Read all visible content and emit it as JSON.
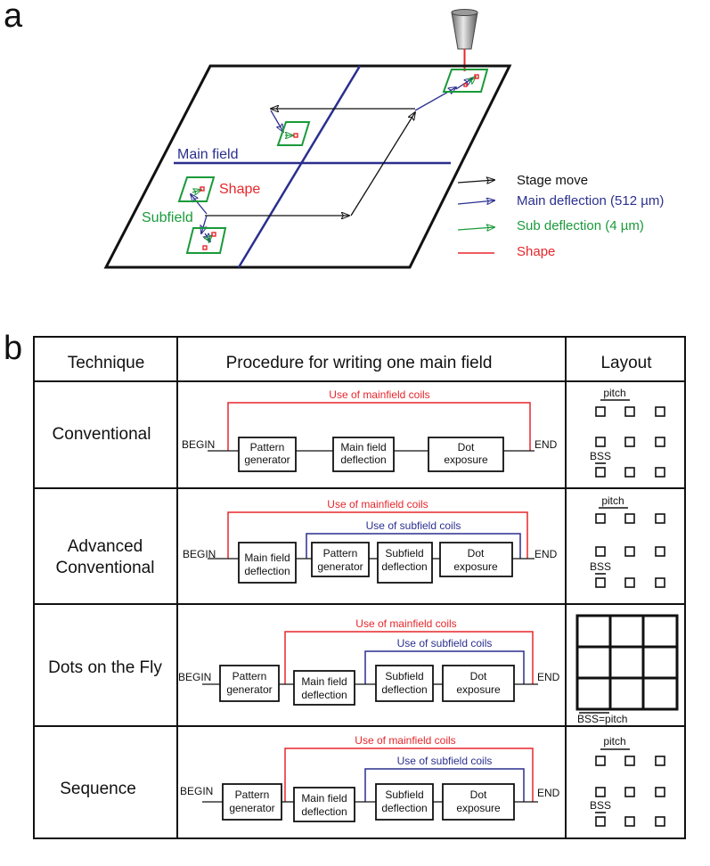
{
  "panel_a": {
    "letter": "a",
    "labels": {
      "main_field": "Main field",
      "shape": "Shape",
      "subfield": "Subfield"
    },
    "legend": [
      {
        "text": "Stage move",
        "color": "#111111"
      },
      {
        "text": "Main deflection  (512 µm)",
        "color": "#2b2f8f"
      },
      {
        "text": "Sub deflection (4 µm)",
        "color": "#1a9a3a"
      },
      {
        "text": "Shape",
        "color": "#e8262b"
      }
    ]
  },
  "panel_b": {
    "letter": "b",
    "headers": [
      "Technique",
      "Procedure for writing one main field",
      "Layout"
    ],
    "begin": "BEGIN",
    "end": "END",
    "coil_main": "Use of mainfield coils",
    "coil_sub": "Use of subfield coils",
    "box_labels": {
      "pattern": [
        "Pattern",
        "generator"
      ],
      "main": [
        "Main field",
        "deflection"
      ],
      "subfield": [
        "Subfield",
        "deflection"
      ],
      "dot": [
        "Dot",
        "exposure"
      ]
    },
    "layout_labels": {
      "pitch": "pitch",
      "bss": "BSS",
      "bss_pitch": "BSS=pitch"
    },
    "rows": [
      {
        "technique": [
          "Conventional"
        ]
      },
      {
        "technique": [
          "Advanced",
          "Conventional"
        ]
      },
      {
        "technique": [
          "Dots on the Fly"
        ]
      },
      {
        "technique": [
          "Sequence"
        ]
      }
    ]
  },
  "colors": {
    "red": "#e8262b",
    "blue": "#2b2f8f",
    "green": "#1a9a3a",
    "black": "#111111"
  }
}
